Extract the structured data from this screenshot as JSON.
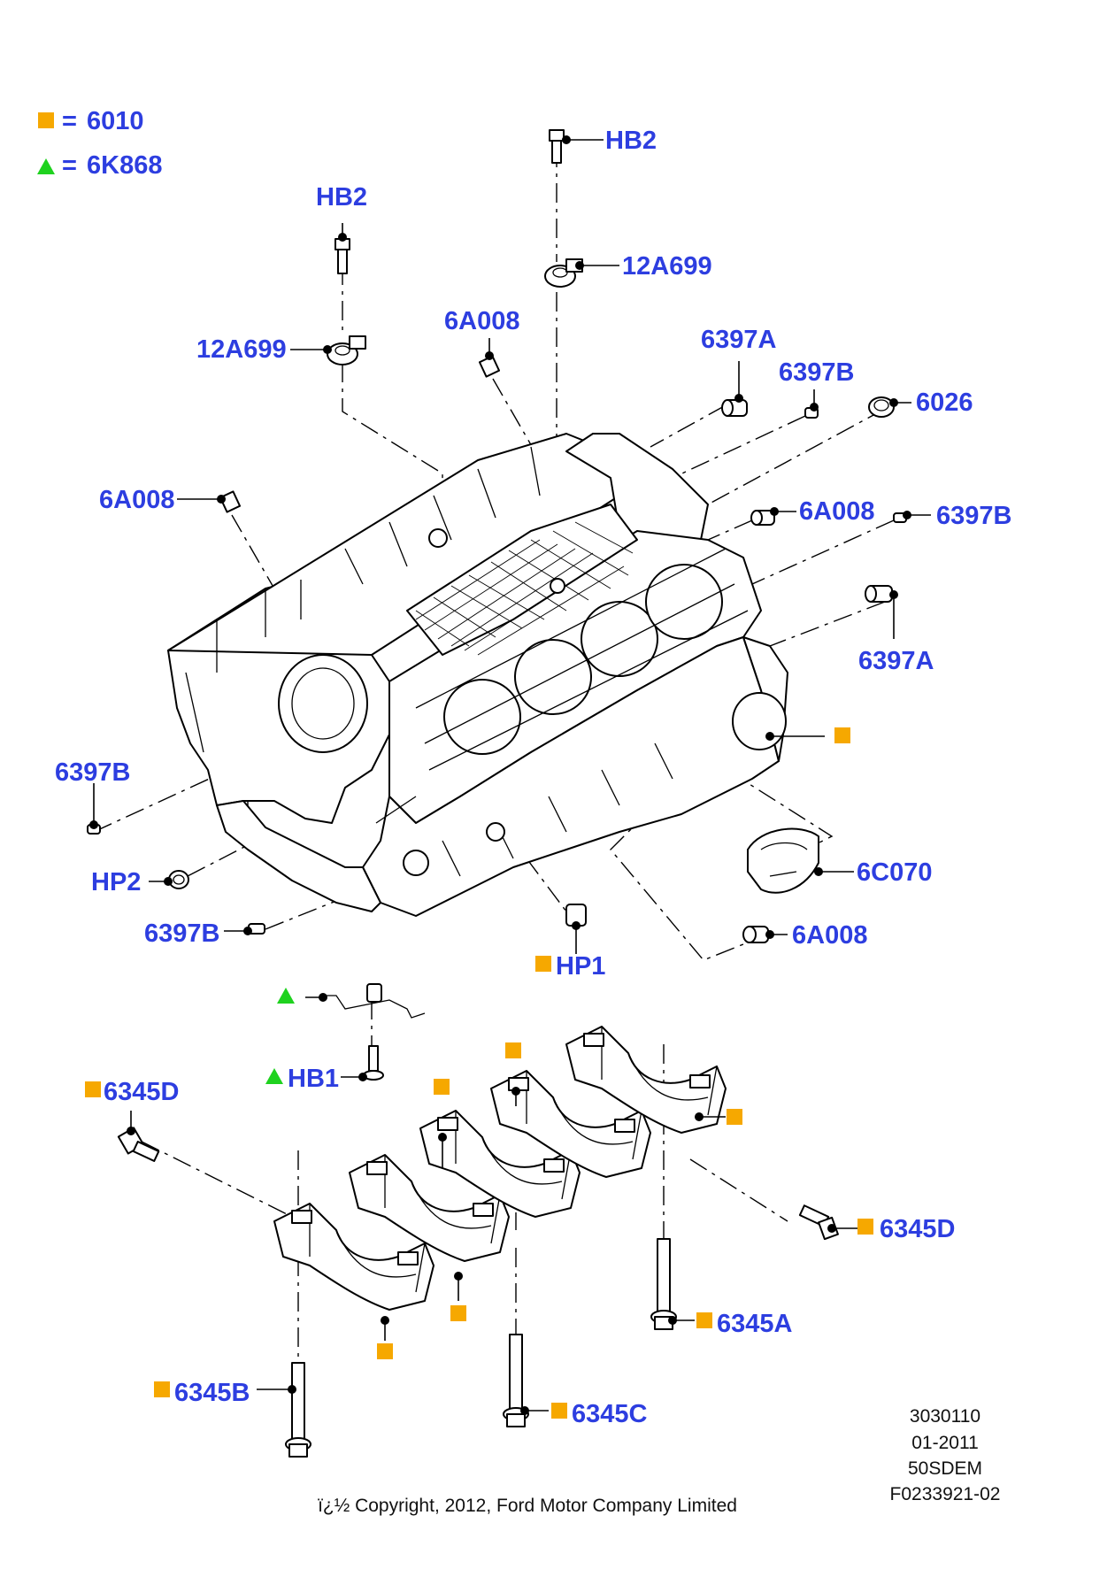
{
  "colors": {
    "callout": "#2d3ee0",
    "square_marker": "#f6a800",
    "triangle_marker": "#1fd21f"
  },
  "legend": [
    {
      "marker": "orange-square",
      "eq": "=",
      "code": "6010"
    },
    {
      "marker": "green-triangle",
      "eq": "=",
      "code": "6K868"
    }
  ],
  "callouts": {
    "hb2_top": "HB2",
    "hb2_left": "HB2",
    "12a699_top": "12A699",
    "12a699_left": "12A699",
    "6a008_top": "6A008",
    "6397a_top": "6397A",
    "6397b_top": "6397B",
    "6026": "6026",
    "6a008_left": "6A008",
    "6a008_right": "6A008",
    "6397b_right": "6397B",
    "6397a_right": "6397A",
    "6397b_left": "6397B",
    "hp2": "HP2",
    "6c070": "6C070",
    "6397b_lower": "6397B",
    "6a008_bottom": "6A008",
    "hp1": "HP1",
    "hb1": "HB1",
    "6345d_left": "6345D",
    "6345d_right": "6345D",
    "6345a": "6345A",
    "6345b": "6345B",
    "6345c": "6345C"
  },
  "meta": {
    "code": "3030110",
    "date": "01-2011",
    "engine": "50SDEM",
    "figure": "F0233921-02",
    "copyright": "ï¿½ Copyright, 2012, Ford Motor Company Limited"
  }
}
